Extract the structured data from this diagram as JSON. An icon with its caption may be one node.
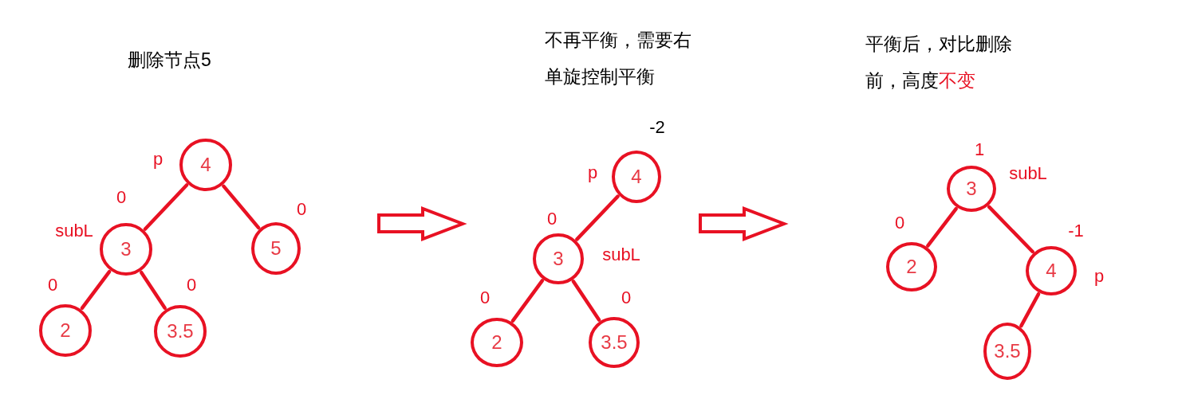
{
  "diagram": {
    "nodes": [
      {
        "text": [
          "4"
        ],
        "beside": [
          "p"
        ]
      },
      {
        "text": [
          "3"
        ],
        "beside": [
          "0",
          "subL"
        ]
      },
      {
        "text": [
          "5"
        ],
        "beside": [
          "0"
        ]
      },
      {
        "text": [
          "2"
        ],
        "beside": [
          "0"
        ]
      },
      {
        "text": [
          "3.5"
        ],
        "beside": [
          "0"
        ]
      },
      {
        "text": [
          "4"
        ],
        "beside": [
          "-2",
          "p"
        ]
      },
      {
        "text": [
          "3"
        ],
        "beside": [
          "0",
          "subL"
        ]
      },
      {
        "text": [
          "2"
        ],
        "beside": [
          "0"
        ]
      },
      {
        "text": [
          "3.5"
        ],
        "beside": [
          "0"
        ]
      },
      {
        "text": [
          "3"
        ],
        "beside": [
          "1",
          "subL"
        ]
      },
      {
        "text": [
          "2"
        ],
        "beside": [
          "0"
        ]
      },
      {
        "text": [
          "4"
        ],
        "beside": [
          "-1",
          "p"
        ]
      },
      {
        "text": [
          "3.5"
        ]
      }
    ],
    "edges": [
      {
        "from": 0,
        "to": 1,
        "arrow": "none"
      },
      {
        "from": 0,
        "to": 2,
        "arrow": "none"
      },
      {
        "from": 1,
        "to": 3,
        "arrow": "none"
      },
      {
        "from": 1,
        "to": 4,
        "arrow": "none"
      },
      {
        "from": 5,
        "to": 6,
        "arrow": "none"
      },
      {
        "from": 6,
        "to": 7,
        "arrow": "none"
      },
      {
        "from": 6,
        "to": 8,
        "arrow": "none"
      },
      {
        "from": 9,
        "to": 10,
        "arrow": "none"
      },
      {
        "from": 9,
        "to": 11,
        "arrow": "none"
      },
      {
        "from": 11,
        "to": 12,
        "arrow": "none"
      }
    ],
    "labels": [
      "删除节点5",
      "不再平衡，需要右单旋控制平衡",
      "平衡后，对比删除前，高度",
      "不变"
    ]
  }
}
